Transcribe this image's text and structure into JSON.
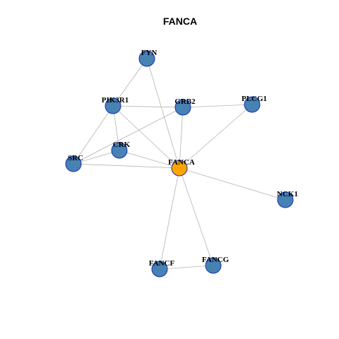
{
  "title": "FANCA",
  "colors": {
    "node": "#4682b4",
    "center": "#ffa500",
    "node_stroke": "#1a2fb0",
    "edge": "#b3b3b3"
  },
  "nodes": [
    {
      "id": "FYN",
      "label": "FYN",
      "type": "neighbor"
    },
    {
      "id": "PIK3R1",
      "label": "PIK3R1",
      "type": "neighbor"
    },
    {
      "id": "GRB2",
      "label": "GRB2",
      "type": "neighbor"
    },
    {
      "id": "PLCG1",
      "label": "PLCG1",
      "type": "neighbor"
    },
    {
      "id": "CRK",
      "label": "CRK",
      "type": "neighbor"
    },
    {
      "id": "SRC",
      "label": "SRC",
      "type": "neighbor"
    },
    {
      "id": "FANCA",
      "label": "FANCA",
      "type": "center"
    },
    {
      "id": "NCK1",
      "label": "NCK1",
      "type": "neighbor"
    },
    {
      "id": "FANCF",
      "label": "FANCF",
      "type": "neighbor"
    },
    {
      "id": "FANCG",
      "label": "FANCG",
      "type": "neighbor"
    }
  ],
  "edges": [
    [
      "FYN",
      "PIK3R1"
    ],
    [
      "FYN",
      "FANCA"
    ],
    [
      "PIK3R1",
      "GRB2"
    ],
    [
      "PIK3R1",
      "CRK"
    ],
    [
      "PIK3R1",
      "SRC"
    ],
    [
      "PIK3R1",
      "FANCA"
    ],
    [
      "GRB2",
      "PLCG1"
    ],
    [
      "GRB2",
      "FANCA"
    ],
    [
      "GRB2",
      "SRC"
    ],
    [
      "PLCG1",
      "FANCA"
    ],
    [
      "CRK",
      "SRC"
    ],
    [
      "CRK",
      "FANCA"
    ],
    [
      "SRC",
      "FANCA"
    ],
    [
      "FANCA",
      "NCK1"
    ],
    [
      "FANCA",
      "FANCF"
    ],
    [
      "FANCA",
      "FANCG"
    ],
    [
      "FANCF",
      "FANCG"
    ]
  ]
}
